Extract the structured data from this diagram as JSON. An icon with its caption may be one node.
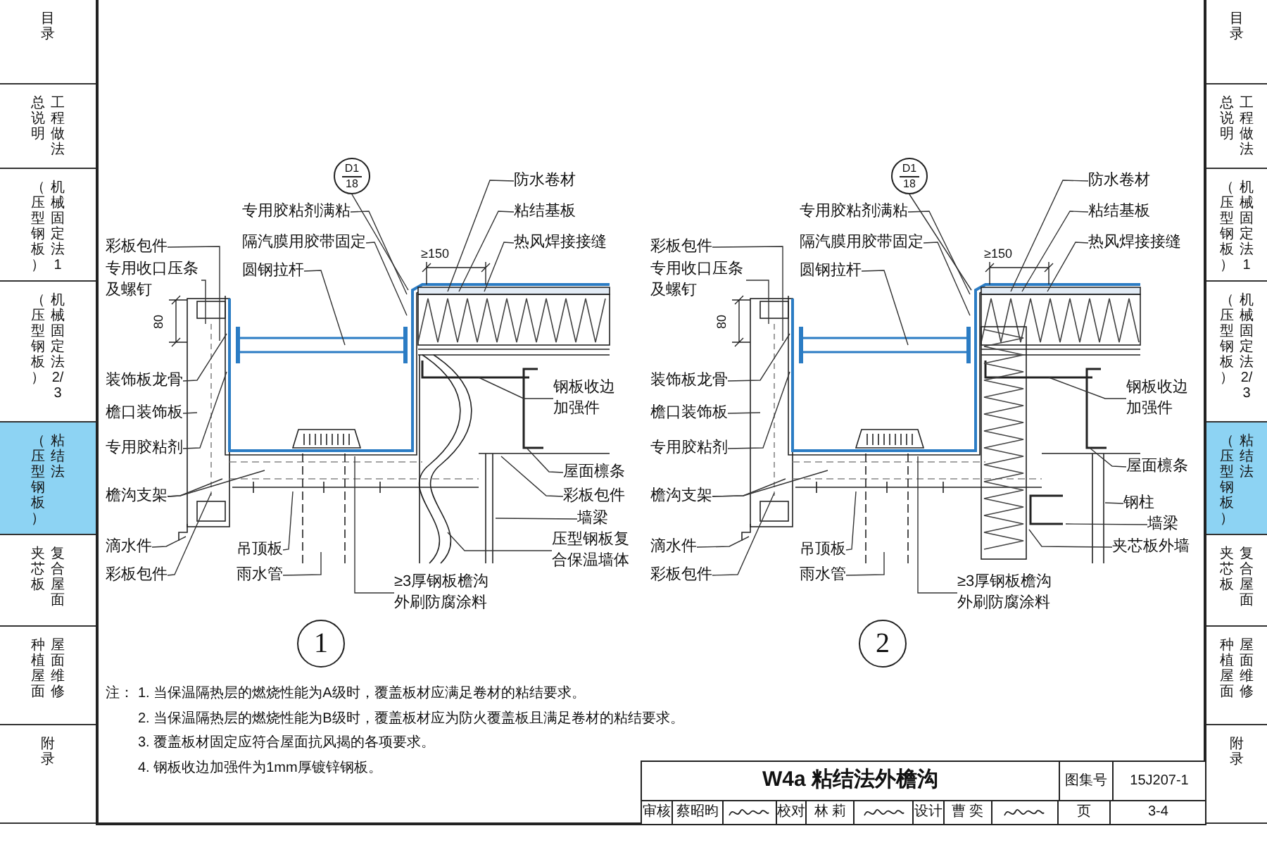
{
  "diagram": {
    "nodes": [
      {
        "text": [
          "D1",
          "18"
        ]
      },
      {
        "text": [
          "专用胶粘剂满粘"
        ]
      },
      {
        "text": [
          "隔汽膜用胶带固定"
        ]
      },
      {
        "text": [
          "圆钢拉杆"
        ]
      },
      {
        "text": [
          "防水卷材"
        ]
      },
      {
        "text": [
          "粘结基板"
        ]
      },
      {
        "text": [
          "热风焊接接缝"
        ]
      },
      {
        "text": [
          "彩板包件"
        ]
      },
      {
        "text": [
          "专用收口压条及螺钉"
        ]
      },
      {
        "text": [
          "装饰板龙骨"
        ]
      },
      {
        "text": [
          "檐口装饰板"
        ]
      },
      {
        "text": [
          "专用胶粘剂"
        ]
      },
      {
        "text": [
          "檐沟支架"
        ]
      },
      {
        "text": [
          "钢板收边加强件"
        ]
      },
      {
        "text": [
          "屋面檩条"
        ]
      },
      {
        "text": [
          "彩板包件"
        ]
      },
      {
        "text": [
          "墙梁"
        ]
      },
      {
        "text": [
          "压型钢板复合保温墙体"
        ]
      },
      {
        "text": [
          "滴水件"
        ]
      },
      {
        "text": [
          "吊顶板"
        ]
      },
      {
        "text": [
          "彩板包件"
        ]
      },
      {
        "text": [
          "雨水管"
        ]
      },
      {
        "text": [
          "≥3厚钢板檐沟外刷防腐涂料"
        ]
      },
      {
        "text": [
          "1"
        ]
      },
      {
        "text": [
          "D1",
          "18"
        ]
      },
      {
        "text": [
          "专用胶粘剂满粘"
        ]
      },
      {
        "text": [
          "隔汽膜用胶带固定"
        ]
      },
      {
        "text": [
          "圆钢拉杆"
        ]
      },
      {
        "text": [
          "防水卷材"
        ]
      },
      {
        "text": [
          "粘结基板"
        ]
      },
      {
        "text": [
          "热风焊接接缝"
        ]
      },
      {
        "text": [
          "彩板包件"
        ]
      },
      {
        "text": [
          "专用收口压条及螺钉"
        ]
      },
      {
        "text": [
          "装饰板龙骨"
        ]
      },
      {
        "text": [
          "檐口装饰板"
        ]
      },
      {
        "text": [
          "专用胶粘剂"
        ]
      },
      {
        "text": [
          "檐沟支架"
        ]
      },
      {
        "text": [
          "钢板收边加强件"
        ]
      },
      {
        "text": [
          "屋面檩条"
        ]
      },
      {
        "text": [
          "钢柱"
        ]
      },
      {
        "text": [
          "墙梁"
        ]
      },
      {
        "text": [
          "夹芯板外墙"
        ]
      },
      {
        "text": [
          "滴水件"
        ]
      },
      {
        "text": [
          "吊顶板"
        ]
      },
      {
        "text": [
          "彩板包件"
        ]
      },
      {
        "text": [
          "雨水管"
        ]
      },
      {
        "text": [
          "≥3厚钢板檐沟外刷防腐涂料"
        ]
      },
      {
        "text": [
          "2"
        ]
      }
    ],
    "edges": [
      {
        "from": 0,
        "to": null,
        "arrow": "none"
      },
      {
        "from": 1,
        "to": null,
        "arrow": "none"
      },
      {
        "from": 2,
        "to": null,
        "arrow": "none"
      },
      {
        "from": 3,
        "to": null,
        "arrow": "none"
      },
      {
        "from": 4,
        "to": null,
        "arrow": "none"
      },
      {
        "from": 5,
        "to": null,
        "arrow": "none"
      },
      {
        "from": 6,
        "to": null,
        "arrow": "none"
      },
      {
        "from": 7,
        "to": null,
        "arrow": "none"
      },
      {
        "from": 8,
        "to": null,
        "arrow": "none"
      },
      {
        "from": 9,
        "to": null,
        "arrow": "none"
      },
      {
        "from": 10,
        "to": null,
        "arrow": "none"
      },
      {
        "from": 11,
        "to": null,
        "arrow": "none"
      },
      {
        "from": 12,
        "to": null,
        "arrow": "none"
      },
      {
        "from": 12,
        "to": null,
        "arrow": "none"
      },
      {
        "from": 13,
        "to": null,
        "arrow": "none"
      },
      {
        "from": 14,
        "to": null,
        "arrow": "none"
      },
      {
        "from": 15,
        "to": null,
        "arrow": "none"
      },
      {
        "from": 16,
        "to": null,
        "arrow": "none"
      },
      {
        "from": 17,
        "to": null,
        "arrow": "none"
      },
      {
        "from": 18,
        "to": null,
        "arrow": "none"
      },
      {
        "from": 19,
        "to": null,
        "arrow": "none"
      },
      {
        "from": 20,
        "to": null,
        "arrow": "none"
      },
      {
        "from": 21,
        "to": null,
        "arrow": "none"
      },
      {
        "from": 22,
        "to": null,
        "arrow": "none"
      },
      {
        "from": 24,
        "to": null,
        "arrow": "none"
      },
      {
        "from": 25,
        "to": null,
        "arrow": "none"
      },
      {
        "from": 26,
        "to": null,
        "arrow": "none"
      },
      {
        "from": 27,
        "to": null,
        "arrow": "none"
      },
      {
        "from": 28,
        "to": null,
        "arrow": "none"
      },
      {
        "from": 29,
        "to": null,
        "arrow": "none"
      },
      {
        "from": 30,
        "to": null,
        "arrow": "none"
      },
      {
        "from": 31,
        "to": null,
        "arrow": "none"
      },
      {
        "from": 32,
        "to": null,
        "arrow": "none"
      },
      {
        "from": 33,
        "to": null,
        "arrow": "none"
      },
      {
        "from": 34,
        "to": null,
        "arrow": "none"
      },
      {
        "from": 35,
        "to": null,
        "arrow": "none"
      },
      {
        "from": 36,
        "to": null,
        "arrow": "none"
      },
      {
        "from": 36,
        "to": null,
        "arrow": "none"
      },
      {
        "from": 37,
        "to": null,
        "arrow": "none"
      },
      {
        "from": 38,
        "to": null,
        "arrow": "none"
      },
      {
        "from": 39,
        "to": null,
        "arrow": "none"
      },
      {
        "from": 40,
        "to": null,
        "arrow": "none"
      },
      {
        "from": 41,
        "to": null,
        "arrow": "none"
      },
      {
        "from": 42,
        "to": null,
        "arrow": "none"
      },
      {
        "from": 43,
        "to": null,
        "arrow": "none"
      },
      {
        "from": 44,
        "to": null,
        "arrow": "none"
      },
      {
        "from": 45,
        "to": null,
        "arrow": "none"
      },
      {
        "from": 46,
        "to": null,
        "arrow": "none"
      }
    ],
    "labels": [
      "目录",
      "工程做法",
      "总说明",
      "机械固定法1",
      "（压型钢板）",
      "机械固定法2/3",
      "（压型钢板）",
      "粘结法",
      "（压型钢板）",
      "复合屋面",
      "夹芯板",
      "屋面维修",
      "种植屋面",
      "附录",
      "目录",
      "工程做法",
      "总说明",
      "机械固定法1",
      "（压型钢板）",
      "机械固定法2/3",
      "（压型钢板）",
      "粘结法",
      "（压型钢板）",
      "复合屋面",
      "夹芯板",
      "屋面维修",
      "种植屋面",
      "附录",
      "80",
      "≥150",
      "80",
      "≥150",
      "注：",
      "1. 当保温隔热层的燃烧性能为A级时，覆盖板材应满足卷材的粘结要求。",
      "2. 当保温隔热层的燃烧性能为B级时，覆盖板材应为防火覆盖板且满足卷材的粘结要求。",
      "3. 覆盖板材固定应符合屋面抗风揭的各项要求。",
      "4. 钢板收边加强件为1mm厚镀锌钢板。",
      "W4a 粘结法外檐沟",
      "图集号",
      "15J207-1",
      "审核",
      "蔡昭昀",
      "校对",
      "林 莉",
      "设计",
      "曹 奕",
      "页",
      "3-4"
    ]
  }
}
